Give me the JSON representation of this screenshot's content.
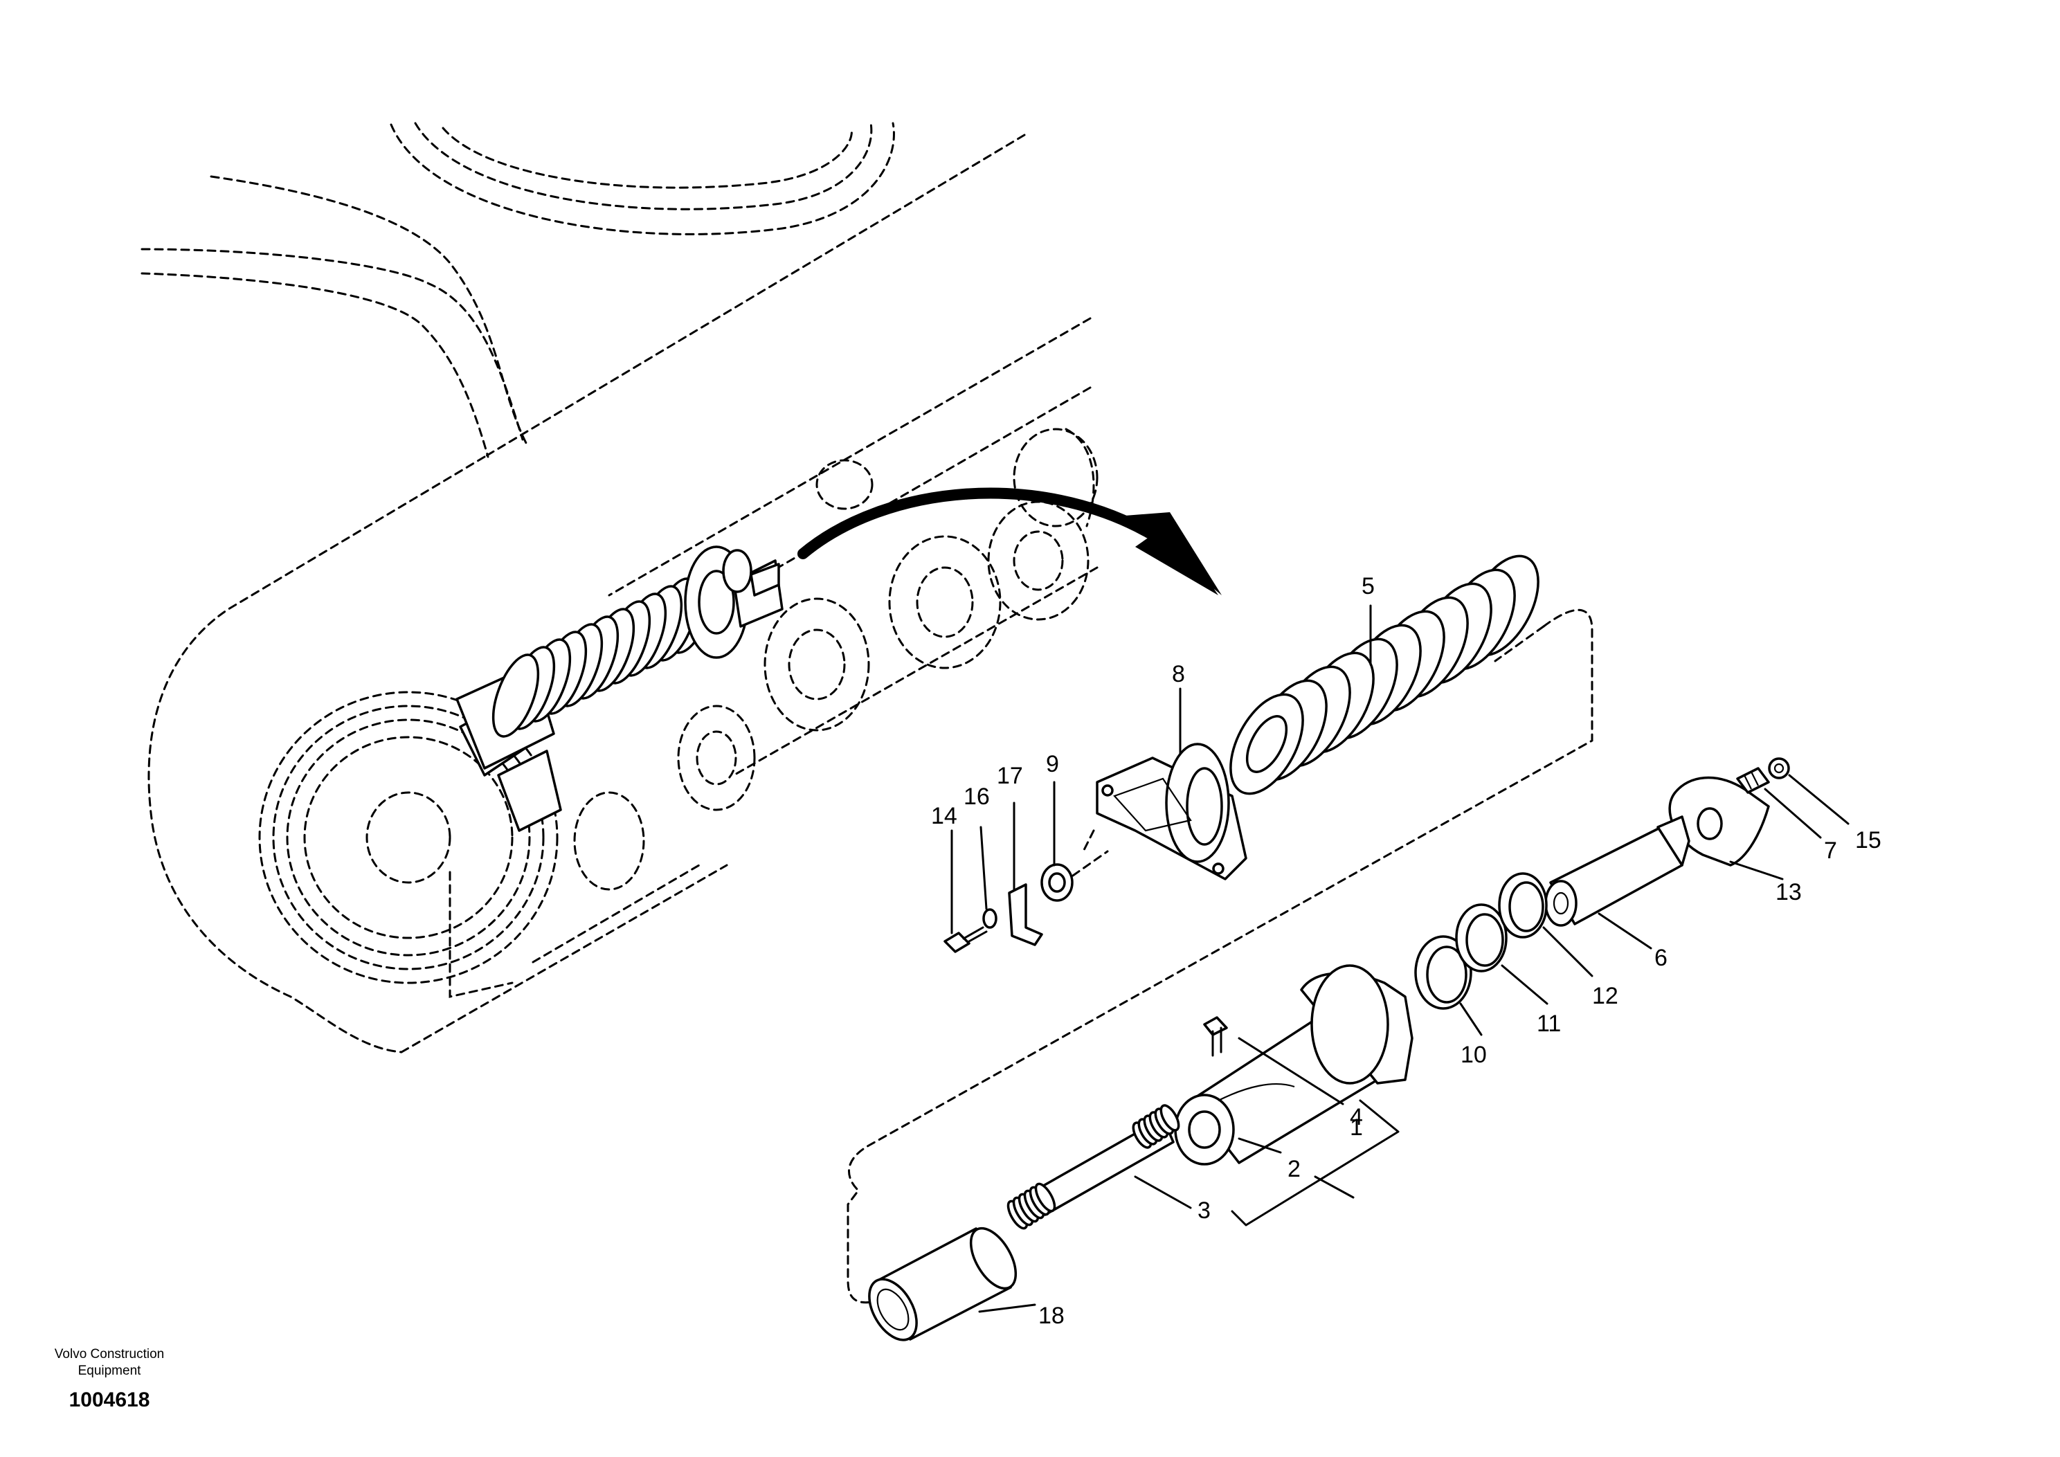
{
  "diagram": {
    "callouts": [
      {
        "id": "callout-1",
        "text": "1"
      },
      {
        "id": "callout-2",
        "text": "2"
      },
      {
        "id": "callout-3",
        "text": "3"
      },
      {
        "id": "callout-4",
        "text": "4"
      },
      {
        "id": "callout-5",
        "text": "5"
      },
      {
        "id": "callout-6",
        "text": "6"
      },
      {
        "id": "callout-7",
        "text": "7"
      },
      {
        "id": "callout-8",
        "text": "8"
      },
      {
        "id": "callout-9",
        "text": "9"
      },
      {
        "id": "callout-10",
        "text": "10"
      },
      {
        "id": "callout-11",
        "text": "11"
      },
      {
        "id": "callout-12",
        "text": "12"
      },
      {
        "id": "callout-13",
        "text": "13"
      },
      {
        "id": "callout-14",
        "text": "14"
      },
      {
        "id": "callout-15",
        "text": "15"
      },
      {
        "id": "callout-16",
        "text": "16"
      },
      {
        "id": "callout-17",
        "text": "17"
      },
      {
        "id": "callout-18",
        "text": "18"
      }
    ]
  },
  "footer": {
    "company_line1": "Volvo Construction",
    "company_line2": "Equipment",
    "document_number": "1004618"
  }
}
